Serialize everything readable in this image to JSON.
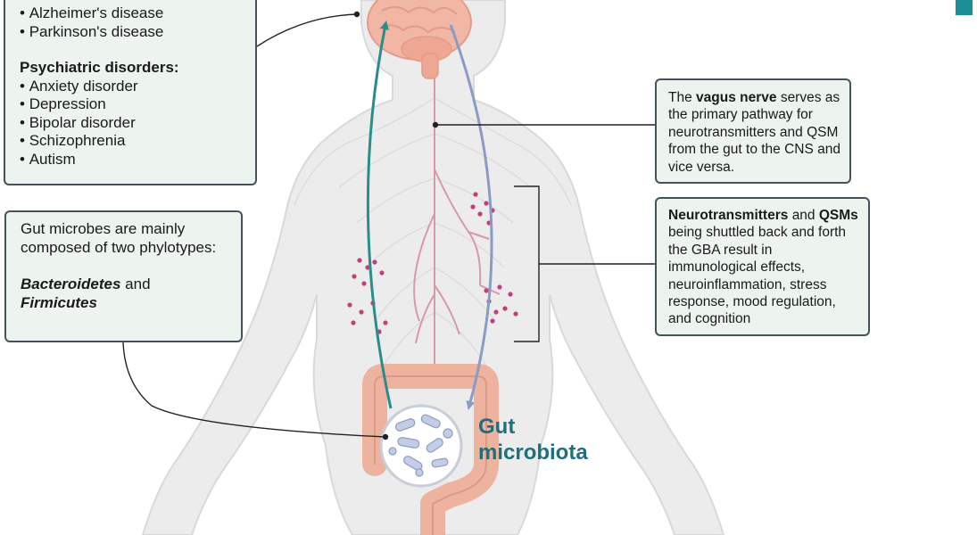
{
  "disorders_box": {
    "neuro_items": [
      "Alzheimer's disease",
      "Parkinson's disease"
    ],
    "psych_heading": "Psychiatric disorders:",
    "psych_items": [
      "Anxiety disorder",
      "Depression",
      "Bipolar disorder",
      "Schizophrenia",
      "Autism"
    ]
  },
  "microbes_box": {
    "text": "Gut microbes are mainly composed of two phylotypes:",
    "taxon_1": "Bacteroidetes",
    "connector": "and",
    "taxon_2": "Firmicutes"
  },
  "vagus_box": {
    "pre": "The",
    "bold": "vagus nerve",
    "post": "serves as the primary pathway for neurotransmitters and QSM from the gut to the CNS and vice versa."
  },
  "effects_box": {
    "bold_1": "Neurotransmitters",
    "connector": "and",
    "bold_2": "QSMs",
    "post": "being shuttled back and forth the GBA result in immunological effects, neuroinflammation, stress response, mood regulation, and cognition"
  },
  "gut_label": "Gut microbiota",
  "colors": {
    "box_fill": "#edf3ef",
    "box_border": "#46525a",
    "ascending_arrow": "#2b8c8c",
    "descending_arrow": "#8a9bc4",
    "gut_label": "#1f6f7c",
    "body_fill": "#ececec",
    "brain": "#f2b6a4",
    "intestine": "#eeb39f",
    "nerve": "#d79aa8",
    "dots": "#c0407a"
  }
}
